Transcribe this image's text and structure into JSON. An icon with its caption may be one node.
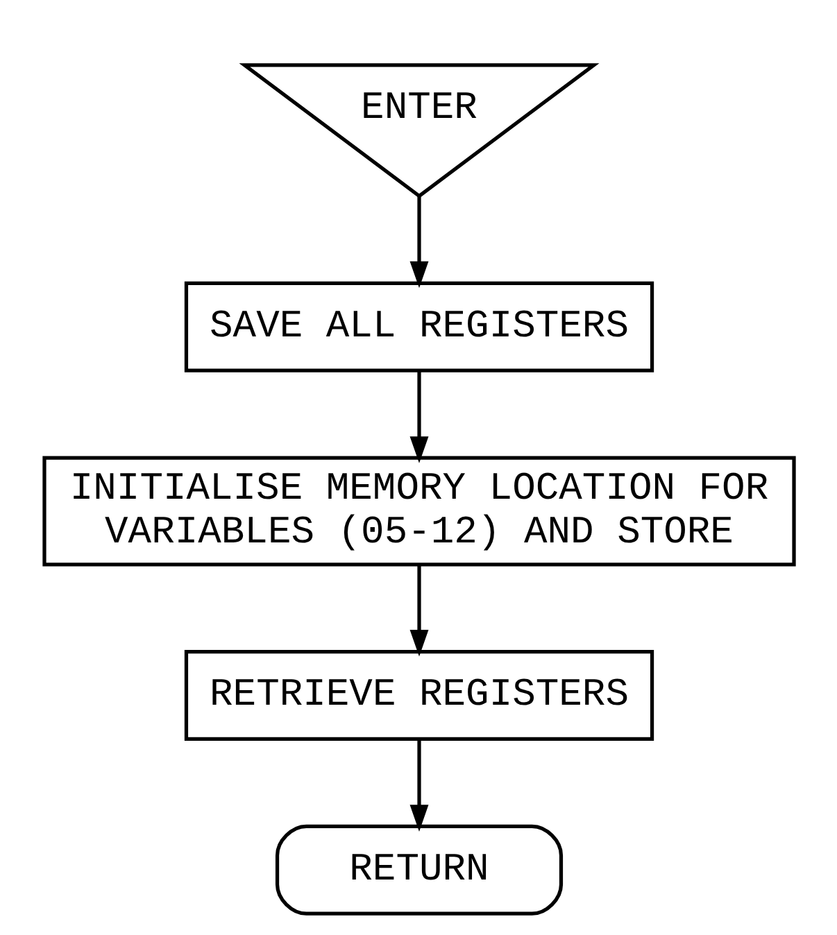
{
  "diagram": {
    "nodes": [
      {
        "text": [
          "ENTER"
        ]
      },
      {
        "text": [
          "SAVE ALL REGISTERS"
        ]
      },
      {
        "text": [
          "INITIALISE MEMORY LOCATION FOR VARIABLES (05-12) AND STORE"
        ]
      },
      {
        "text": [
          "RETRIEVE REGISTERS"
        ]
      },
      {
        "text": [
          "RETURN"
        ]
      }
    ],
    "edges": [
      {
        "from": 0,
        "to": 1,
        "arrow": "to"
      },
      {
        "from": 1,
        "to": 2,
        "arrow": "to"
      },
      {
        "from": 2,
        "to": 3,
        "arrow": "to"
      },
      {
        "from": 3,
        "to": 4,
        "arrow": "to"
      }
    ]
  }
}
